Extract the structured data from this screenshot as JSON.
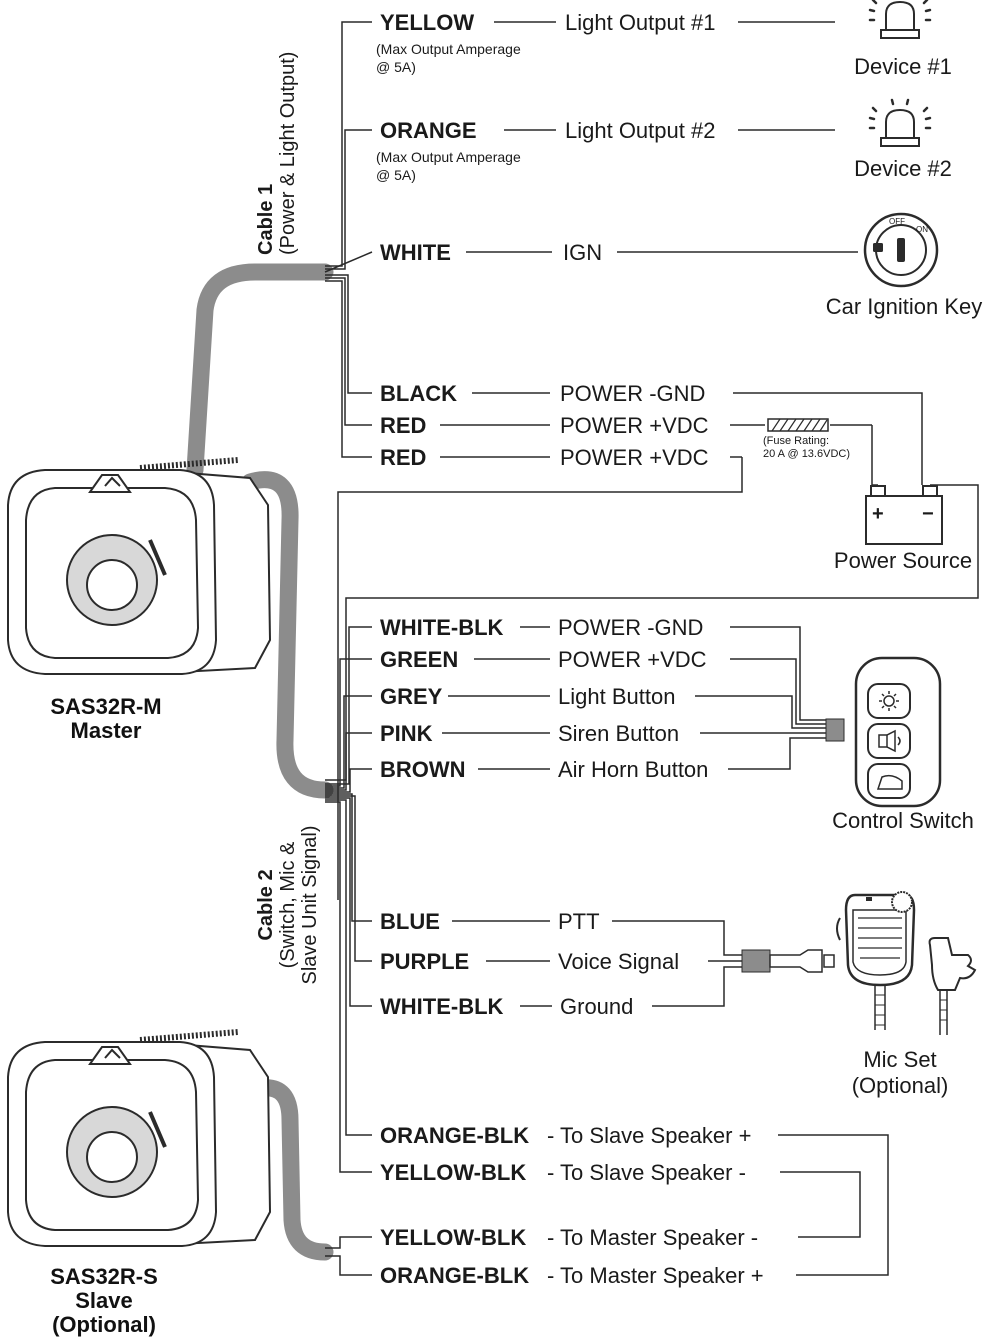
{
  "colors": {
    "line": "#2a2a2a",
    "cable": "#8c8c8c",
    "text": "#1a1a1a"
  },
  "cable1": {
    "title": "Cable 1",
    "subtitle": "(Power & Light Output)"
  },
  "cable2": {
    "title": "Cable 2",
    "line2": "(Switch, Mic &",
    "line3": "Slave Unit Signal)"
  },
  "units": {
    "master": {
      "line1": "SAS32R-M",
      "line2": "Master"
    },
    "slave": {
      "line1": "SAS32R-S",
      "line2": "Slave",
      "line3": "(Optional)"
    }
  },
  "wires": [
    {
      "wire": "YELLOW",
      "function": "Light Output #1",
      "note1": "(Max Output Amperage",
      "note2": "@ 5A)"
    },
    {
      "wire": "ORANGE",
      "function": "Light Output #2",
      "note1": "(Max Output Amperage",
      "note2": "@ 5A)"
    },
    {
      "wire": "WHITE",
      "function": "IGN"
    },
    {
      "wire": "BLACK",
      "function": "POWER -GND"
    },
    {
      "wire": "RED",
      "function": "POWER +VDC"
    },
    {
      "wire": "RED",
      "function": "POWER +VDC"
    },
    {
      "wire": "WHITE-BLK",
      "function": "POWER -GND"
    },
    {
      "wire": "GREEN",
      "function": "POWER +VDC"
    },
    {
      "wire": "GREY",
      "function": "Light Button"
    },
    {
      "wire": "PINK",
      "function": "Siren Button"
    },
    {
      "wire": "BROWN",
      "function": "Air Horn Button"
    },
    {
      "wire": "BLUE",
      "function": "PTT"
    },
    {
      "wire": "PURPLE",
      "function": "Voice Signal"
    },
    {
      "wire": "WHITE-BLK",
      "function": "Ground"
    },
    {
      "wire": "ORANGE-BLK",
      "function": "- To Slave Speaker +"
    },
    {
      "wire": "YELLOW-BLK",
      "function": "- To Slave Speaker -"
    },
    {
      "wire": "YELLOW-BLK",
      "function": "- To Master Speaker -"
    },
    {
      "wire": "ORANGE-BLK",
      "function": "- To Master Speaker +"
    }
  ],
  "fuse": {
    "line1": "(Fuse Rating:",
    "line2": "20 A @ 13.6VDC)"
  },
  "battery": {
    "plus": "+",
    "minus": "−"
  },
  "ignition": {
    "off": "OFF",
    "on": "ON"
  },
  "devices": {
    "device1": "Device #1",
    "device2": "Device #2",
    "ignition": "Car Ignition Key",
    "power": "Power Source",
    "control": "Control Switch",
    "mic_line1": "Mic Set",
    "mic_line2": "(Optional)"
  }
}
